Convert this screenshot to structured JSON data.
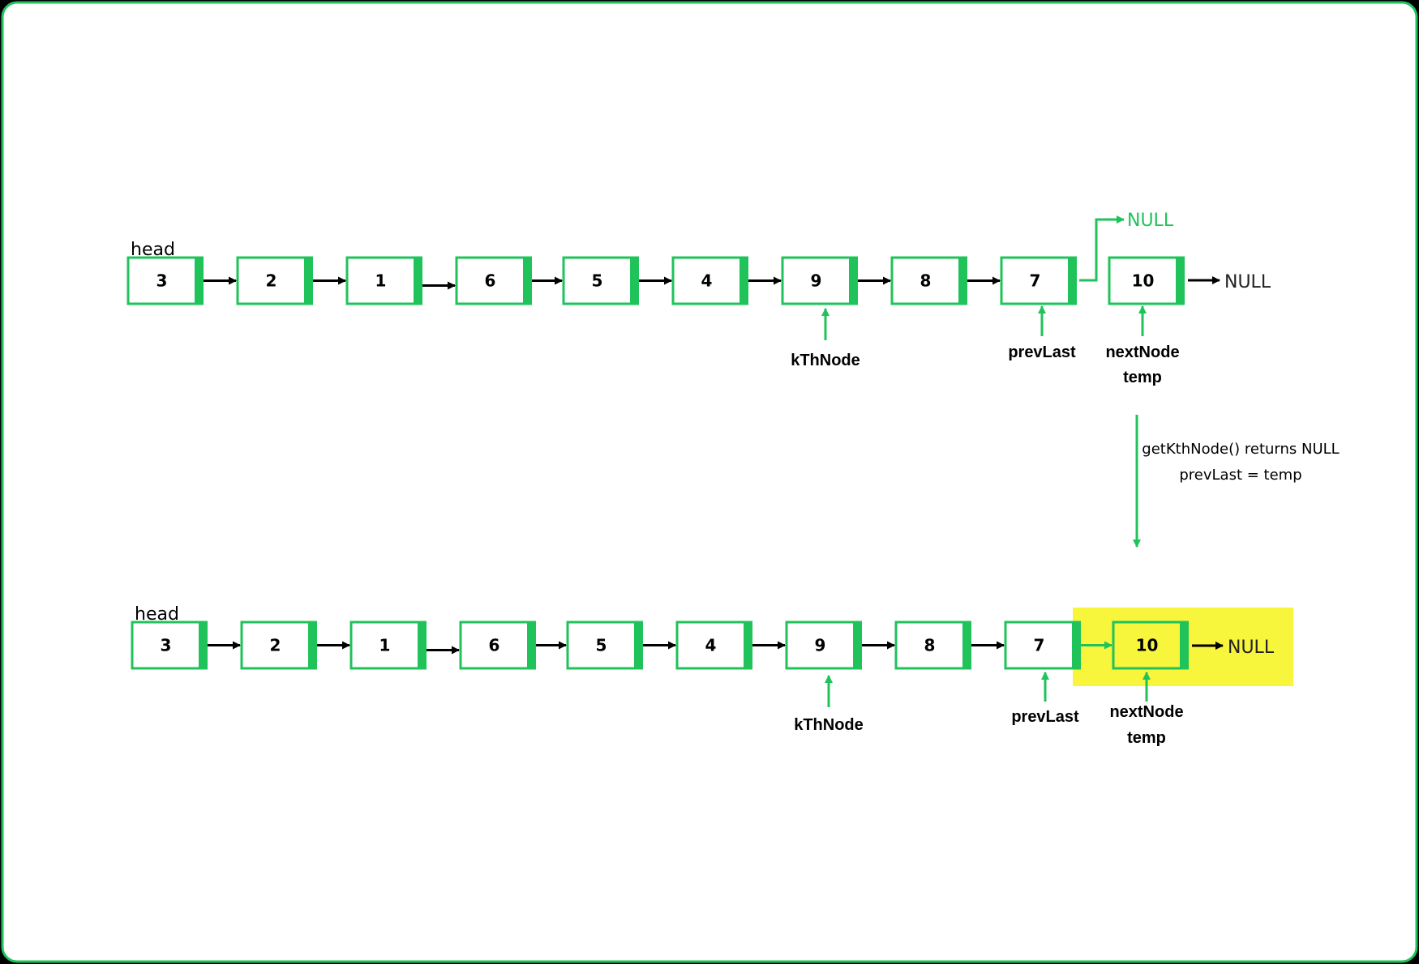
{
  "colors": {
    "frame": "#1fc35a",
    "node_border": "#1fc35a",
    "node_tab": "#1fc35a",
    "pointer_arrow": "#1fc35a",
    "link_arrow": "#000000",
    "highlight": "#f7f53c",
    "background": "#ffffff",
    "null_green": "#1fc35a"
  },
  "top_list": {
    "head_label": "head",
    "nodes": [
      "3",
      "2",
      "1",
      "6",
      "5",
      "4",
      "9",
      "8",
      "7",
      "10"
    ],
    "end_label": "NULL",
    "detached_label": "NULL",
    "pointers": {
      "kth": "kThNode",
      "prev": "prevLast",
      "next": "nextNode",
      "temp": "temp"
    }
  },
  "transition": {
    "line1": "getKthNode() returns NULL",
    "line2": "prevLast = temp"
  },
  "bottom_list": {
    "head_label": "head",
    "nodes": [
      "3",
      "2",
      "1",
      "6",
      "5",
      "4",
      "9",
      "8",
      "7",
      "10"
    ],
    "end_label": "NULL",
    "pointers": {
      "kth": "kThNode",
      "prev": "prevLast",
      "next": "nextNode",
      "temp": "temp"
    }
  }
}
